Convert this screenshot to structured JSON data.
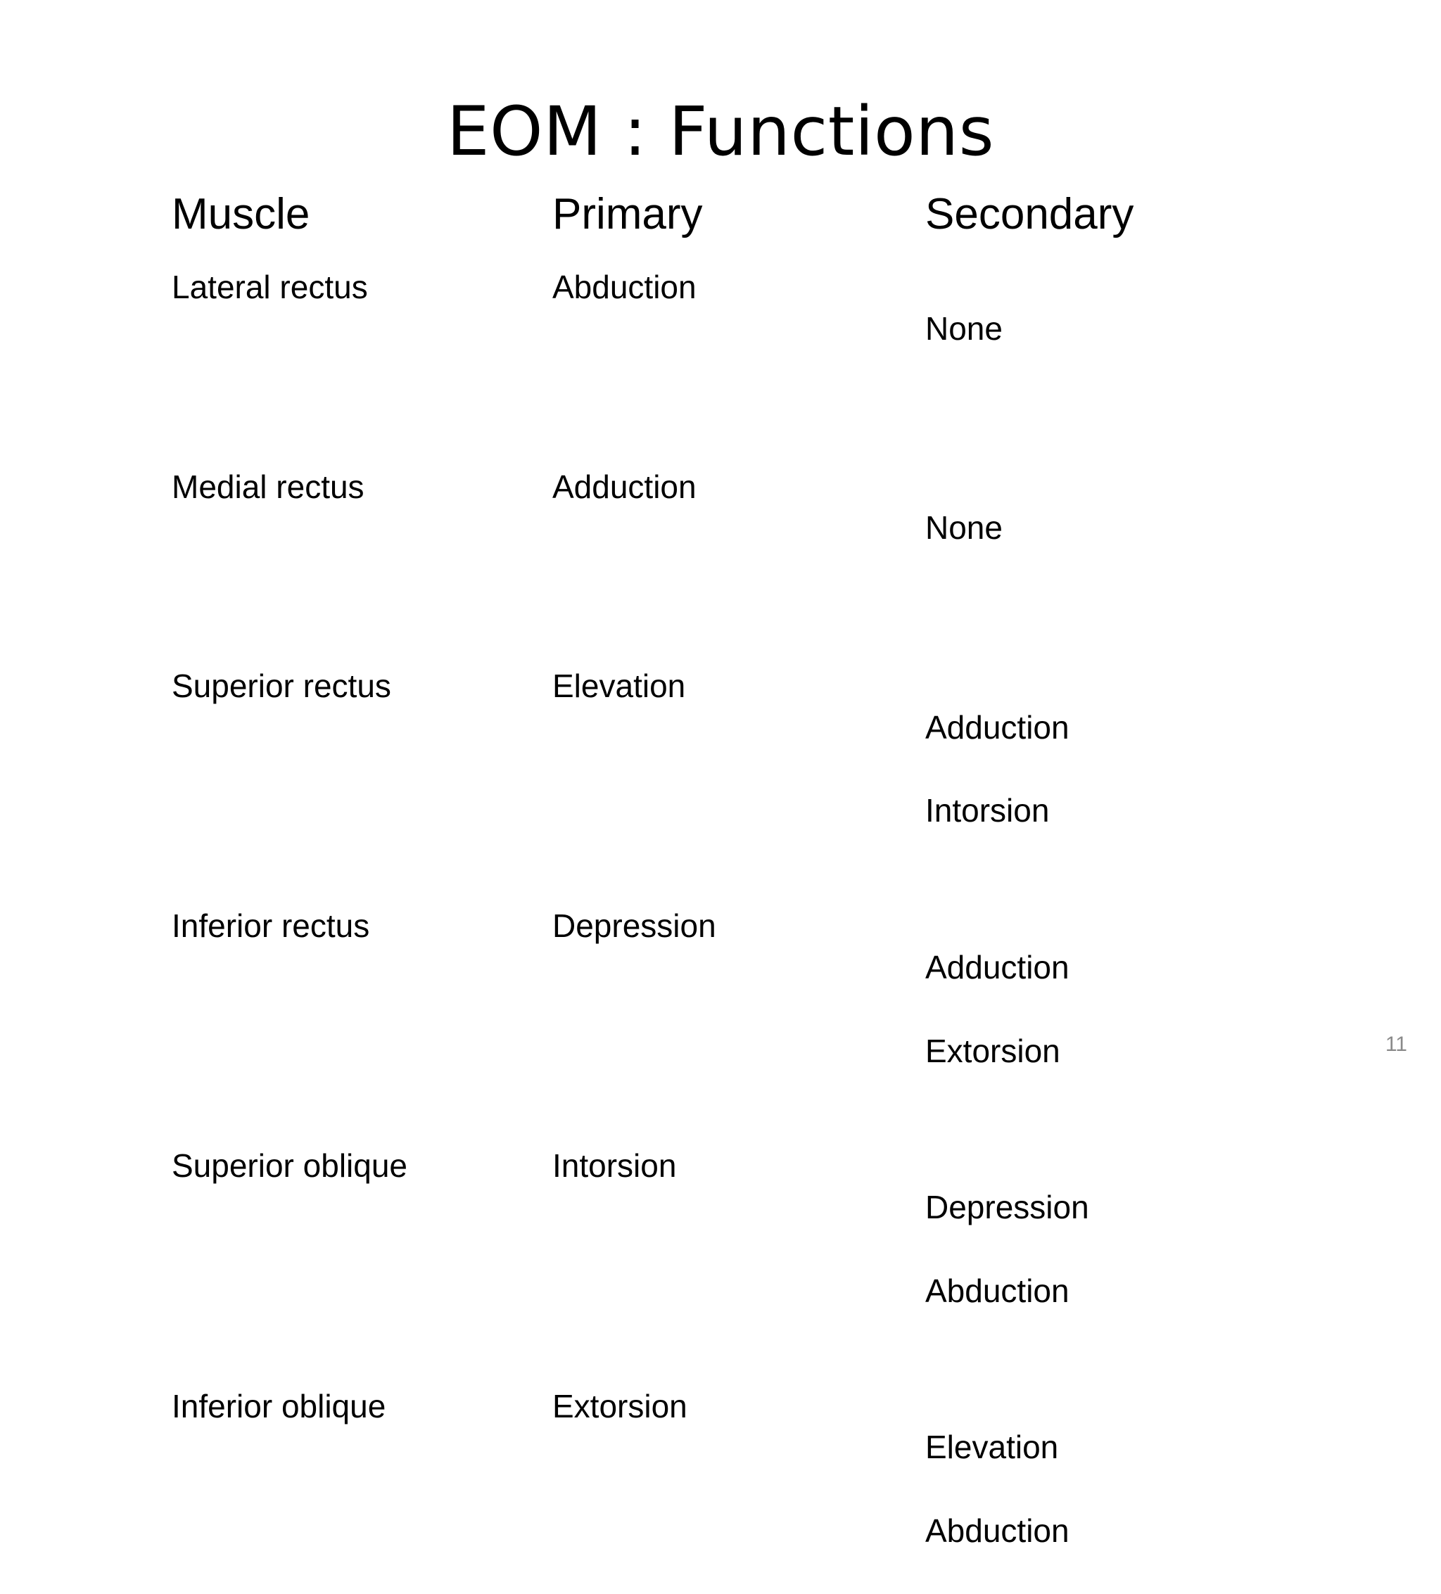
{
  "slide": {
    "title": "EOM : Functions",
    "page_number": "11",
    "text_color": "#000000",
    "background_color": "#ffffff",
    "page_number_color": "#8a8a8a"
  },
  "table": {
    "headers": {
      "muscle": "Muscle",
      "primary": "Primary",
      "secondary": "Secondary"
    },
    "rows": [
      {
        "muscle": "Lateral rectus",
        "primary": "Abduction",
        "secondary_line1": "None",
        "secondary_line2": ""
      },
      {
        "muscle": "Medial rectus",
        "primary": "Adduction",
        "secondary_line1": "None",
        "secondary_line2": ""
      },
      {
        "muscle": "Superior rectus",
        "primary": "Elevation",
        "secondary_line1": "Adduction",
        "secondary_line2": "Intorsion"
      },
      {
        "muscle": "Inferior rectus",
        "primary": "Depression",
        "secondary_line1": "Adduction",
        "secondary_line2": "Extorsion"
      },
      {
        "muscle": "Superior oblique",
        "primary": "Intorsion",
        "secondary_line1": "Depression",
        "secondary_line2": "Abduction"
      },
      {
        "muscle": "Inferior oblique",
        "primary": "Extorsion",
        "secondary_line1": "Elevation",
        "secondary_line2": "Abduction"
      }
    ]
  }
}
